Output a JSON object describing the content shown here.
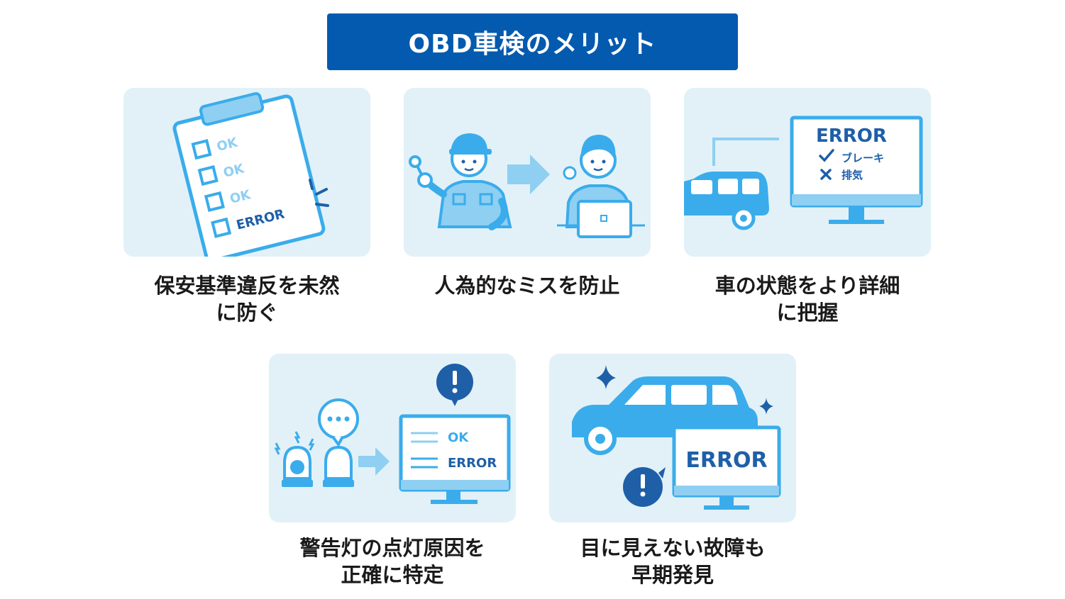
{
  "title": "OBD車検のメリット",
  "colors": {
    "banner": "#045AAE",
    "panel_bg": "#E2F1F8",
    "accent_blue": "#3AACEB",
    "dark_blue": "#1E5FA8"
  },
  "panels": [
    {
      "caption_lines": [
        "保安基準違反を未然",
        "に防ぐ"
      ],
      "illustration": {
        "checklist": [
          "OK",
          "OK",
          "OK",
          "ERROR"
        ]
      }
    },
    {
      "caption_lines": [
        "人為的なミスを防止"
      ],
      "illustration": {}
    },
    {
      "caption_lines": [
        "車の状態をより詳細",
        "に把握"
      ],
      "illustration": {
        "screen_title": "ERROR",
        "items": [
          {
            "mark": "check",
            "label": "ブレーキ"
          },
          {
            "mark": "cross",
            "label": "排気"
          }
        ]
      }
    },
    {
      "caption_lines": [
        "警告灯の点灯原因を",
        "正確に特定"
      ],
      "illustration": {
        "screen_lines": [
          "OK",
          "ERROR"
        ]
      }
    },
    {
      "caption_lines": [
        "目に見えない故障も",
        "早期発見"
      ],
      "illustration": {
        "screen_text": "ERROR"
      }
    }
  ]
}
